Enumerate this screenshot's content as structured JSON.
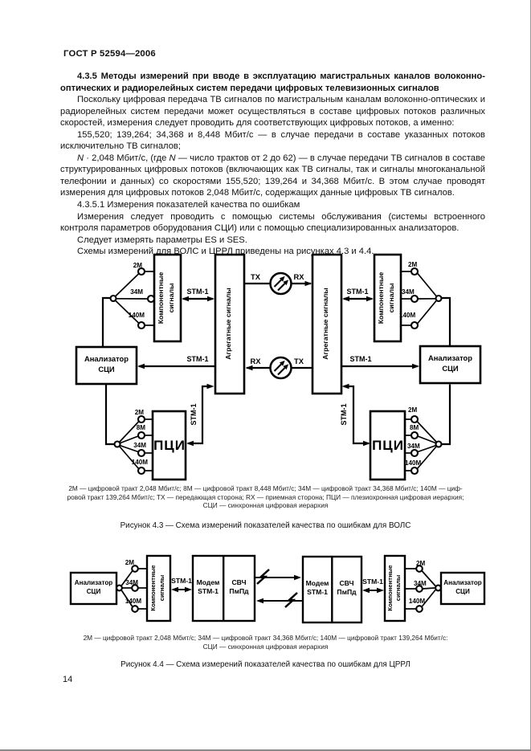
{
  "header": {
    "doc_id": "ГОСТ Р 52594—2006"
  },
  "page": {
    "number": "14"
  },
  "body": {
    "heading": "4.3.5 Методы измерений при вводе в эксплуатацию магистральных каналов волоконно-оптических и радиорелейных систем передачи цифровых телевизионных сигналов",
    "para1": "Поскольку цифровая передача ТВ сигналов по магистральным каналам волоконно-оптических и радиорелейных систем передачи может осуществляться в составе цифровых потоков различных скоростей, измерения следует проводить для соответствующих цифровых потоков, а именно:",
    "para2": "155,520; 139,264; 34,368 и 8,448 Мбит/с — в случае передачи в составе указанных потоков исключительно ТВ сигналов;",
    "para3": {
      "n1": "N",
      "t1": " · 2,048 Мбит/с, (где ",
      "n2": "N",
      "t2": " — число трактов от 2 до 62) — в случае передачи ТВ сигналов в составе структурированных цифровых потоков (включающих как ТВ сигналы, так и сигналы многоканальной телефонии и данных) со скоростями 155,520; 139,264 и 34,368 Мбит/с. В этом случае проводят измерения для цифровых потоков 2,048 Мбит/с, содержащих данные цифровых ТВ сигналов."
    },
    "para4": "4.3.5.1 Измерения показателей качества по ошибкам",
    "para5": "Измерения следует проводить с помощью системы обслуживания (системы встроенного контроля параметров оборудования СЦИ) или с помощью специализированных анализаторов.",
    "para6": "Следует измерять параметры ES и SES.",
    "para7": "Схемы измерений для ВОЛС и ЦРРЛ приведены на рисунках 4.3 и 4.4."
  },
  "labels": {
    "analyzer1": "Анализатор",
    "analyzer2": "СЦИ",
    "component1": "Компонентные",
    "component2": "сигналы",
    "aggregate": "Агрегатные сигналы",
    "pci": "ПЦИ",
    "stm1": "STM-1",
    "tx": "ТХ",
    "rx": "RX",
    "m2": "2М",
    "m8": "8М",
    "m34": "34М",
    "m140": "140М",
    "modem1": "Модем",
    "modem2": "STM-1",
    "svch1": "СВЧ",
    "svch2": "ПмПд"
  },
  "fig43": {
    "caption": [
      "2М — цифровой тракт 2,048 Мбит/с; 8М — цифровой тракт 8,448 Мбит/с; 34М — цифровой тракт 34,368 Мбит/с; 140М — циф-",
      "ровой тракт 139,264 Мбит/с; ТХ — передающая сторона; RX — приемная сторона; ПЦИ — плезиохронная цифровая иерархия;",
      "СЦИ — синхронная цифровая иерархия"
    ],
    "title": "Рисунок 4.3 — Схема измерений показателей качества по ошибкам для ВОЛС"
  },
  "fig44": {
    "caption": [
      "2М — цифровой тракт 2,048 Мбит/с; 34М — цифровой тракт 34,368 Мбит/с; 140М — цифровой тракт 139,264 Мбит/с:",
      "СЦИ — синхронная цифровая иерархия"
    ],
    "title": "Рисунок 4.4 — Схема измерений показателей качества по ошибкам для ЦРРЛ"
  }
}
